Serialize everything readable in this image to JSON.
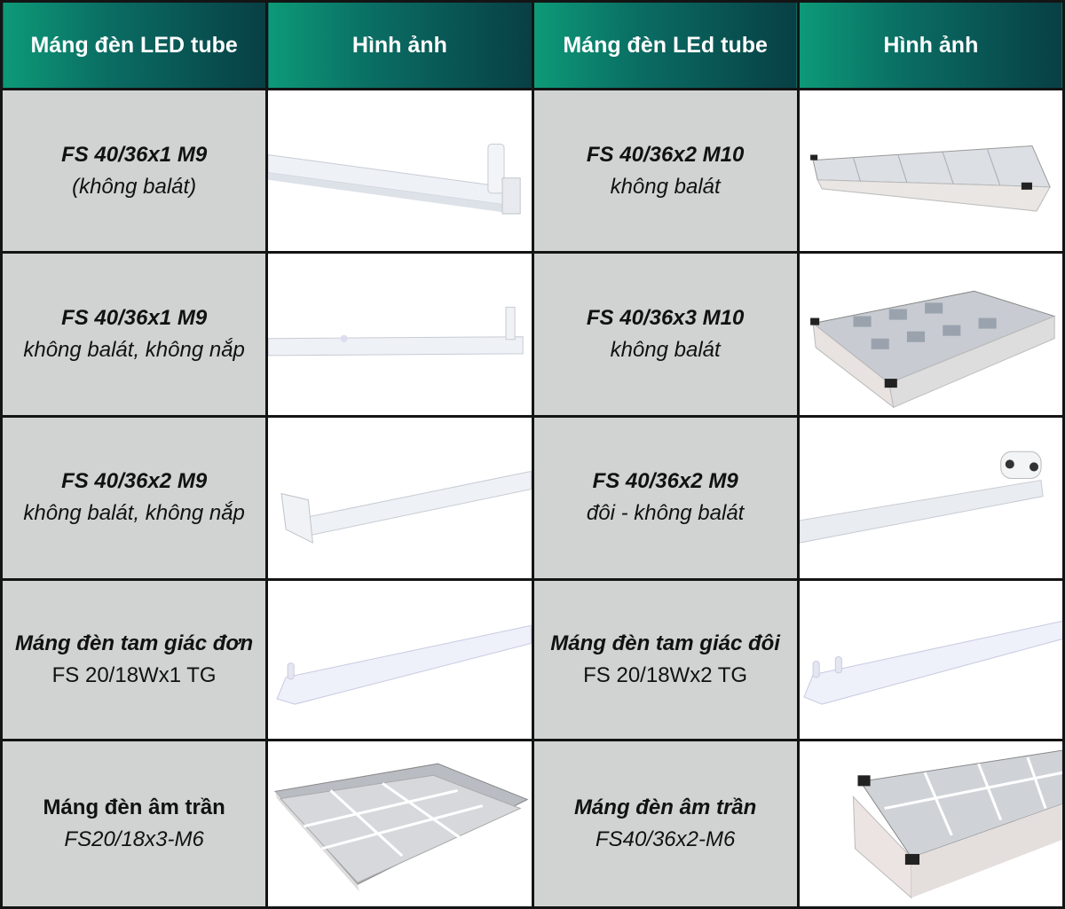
{
  "headers": [
    "Máng đèn LED tube",
    "Hình ảnh",
    "Máng đèn LEd tube",
    "Hình ảnh"
  ],
  "rows": [
    {
      "left": [
        "FS 40/36x1 M9",
        "(không balát)"
      ],
      "left_image": "single-tube-batten",
      "right": [
        "FS 40/36x2 M10",
        "không balát"
      ],
      "right_image": "louver-panel-2-tube"
    },
    {
      "left": [
        "FS 40/36x1 M9",
        "không balát, không nắp"
      ],
      "left_image": "single-tube-batten-no-cover",
      "right": [
        "FS 40/36x3 M10",
        "không balát"
      ],
      "right_image": "louver-panel-3-tube"
    },
    {
      "left": [
        "FS 40/36x2 M9",
        "không balát, không nắp"
      ],
      "left_image": "double-tube-batten",
      "right": [
        "FS 40/36x2 M9",
        "đôi - không balát"
      ],
      "right_image": "double-tube-batten"
    },
    {
      "left": [
        "Máng đèn tam giác đơn",
        "FS 20/18Wx1 TG"
      ],
      "left_image": "triangle-fixture-single",
      "right": [
        "Máng đèn tam giác đôi",
        "FS 20/18Wx2 TG"
      ],
      "right_image": "triangle-fixture-double"
    },
    {
      "left": [
        "Máng đèn âm trần",
        "FS20/18x3-M6"
      ],
      "left_image": "recessed-louver-square",
      "right": [
        "Máng đèn âm trần",
        "FS40/36x2-M6"
      ],
      "right_image": "recessed-louver-long"
    }
  ]
}
